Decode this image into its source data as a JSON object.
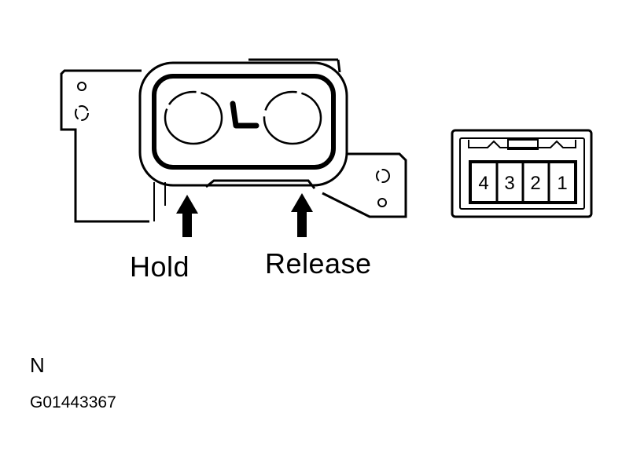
{
  "labels": {
    "hold": "Hold",
    "release": "Release"
  },
  "connector": {
    "pins": [
      "4",
      "3",
      "2",
      "1"
    ]
  },
  "footer": {
    "corner_letter": "N",
    "figure_code": "G01443367"
  },
  "icons": [
    "arrow-up-icon",
    "arrow-up-icon"
  ],
  "colors": {
    "line": "#000000",
    "background": "#ffffff"
  }
}
